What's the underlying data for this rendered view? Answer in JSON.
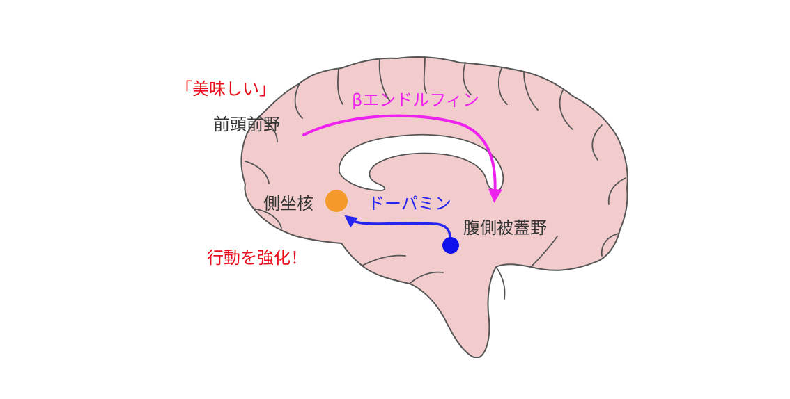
{
  "labels": {
    "oishii": "「美味しい」",
    "prefrontal": "前頭前野",
    "beta_endorphin": "βエンドルフィン",
    "nucleus_accumbens": "側坐核",
    "dopamine": "ドーパミン",
    "vta": "腹側被蓋野",
    "reinforce": "行動を強化！"
  },
  "colors": {
    "brain_fill": "#f2cccc",
    "brain_stroke": "#555555",
    "corpus_callosum": "#ffffff",
    "text_dark": "#333333",
    "text_red": "#e8101c",
    "endorphin": "#ee22ee",
    "dopamine": "#2525ee",
    "accumbens": "#f59a2a",
    "vta_dot": "#1111ee"
  }
}
